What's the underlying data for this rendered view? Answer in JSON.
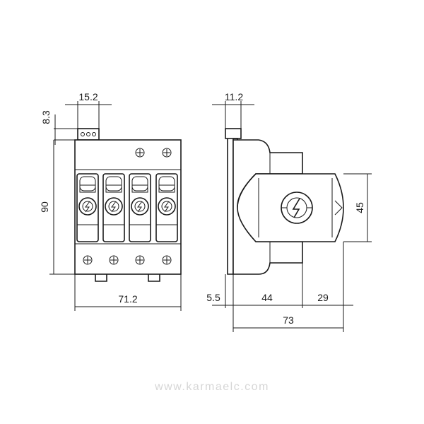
{
  "front_view": {
    "dimensions": {
      "top_width": "15.2",
      "top_height": "8.3",
      "height": "90",
      "width": "71.2"
    }
  },
  "side_view": {
    "dimensions": {
      "top_width": "11.2",
      "head_height": "45",
      "rail_offset": "5.5",
      "body_depth": "44",
      "head_depth": "29",
      "total_depth": "73"
    }
  },
  "watermark": {
    "url": "www.karmaelc.com"
  },
  "colors": {
    "line": "#1a1a1a",
    "watermark": "#d6d6d6"
  }
}
